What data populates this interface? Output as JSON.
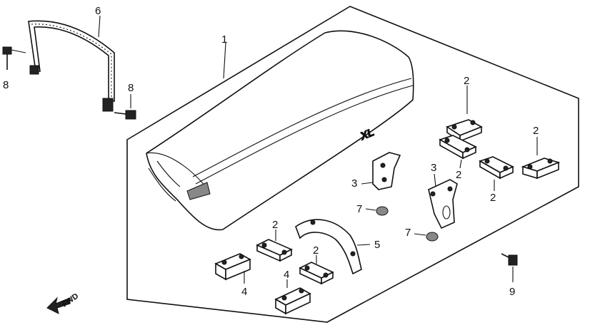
{
  "callouts": {
    "seat": "1",
    "grab_rail": "6",
    "bolt_left": "8",
    "bolt_right": "8",
    "bracket_left": "3",
    "bracket_right": "3",
    "nut_left": "7",
    "nut_right": "7",
    "band": "5",
    "bolt_bottom": "9",
    "rubber_a": "2",
    "rubber_b": "2",
    "rubber_c": "2",
    "rubber_d": "2",
    "rubber_e": "2",
    "rubber_f": "2",
    "cushion_a": "4",
    "cushion_b": "4"
  },
  "emblem_text": "XL",
  "fwd_label": "FWD"
}
